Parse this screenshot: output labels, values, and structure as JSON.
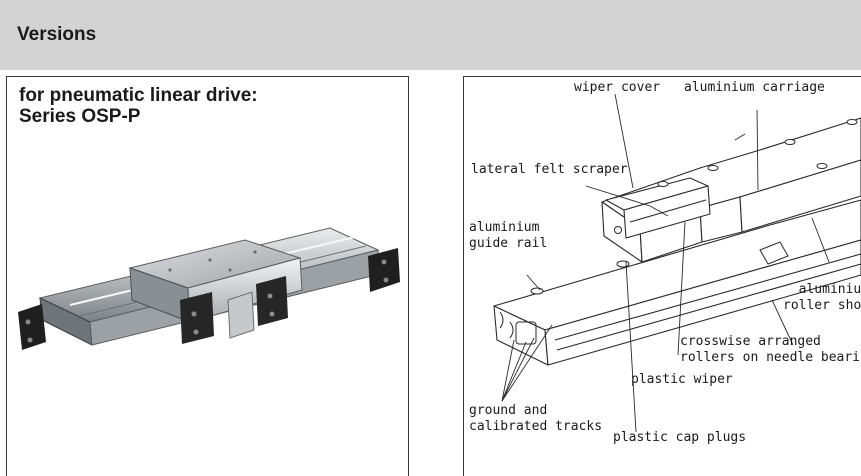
{
  "header": {
    "title": "Versions"
  },
  "left": {
    "title_line1": "for pneumatic linear drive:",
    "title_line2": "Series OSP-P",
    "image": "pneumatic-linear-drive-photo"
  },
  "right": {
    "image": "guide-cross-section-drawing",
    "callouts": {
      "wiper_cover": "wiper cover",
      "aluminium_carriage": "aluminium carriage",
      "lateral_felt_scraper": "lateral felt scraper",
      "guide_rail_line1": "aluminium",
      "guide_rail_line2": "guide rail",
      "roller_shoe_line1": "aluminium",
      "roller_shoe_line2": "roller shoe",
      "rollers_line1": "crosswise arranged",
      "rollers_line2": "rollers on needle bearings",
      "plastic_wiper": "plastic wiper",
      "tracks_line1": "ground and",
      "tracks_line2": "calibrated tracks",
      "cap_plugs": "plastic cap plugs"
    }
  }
}
